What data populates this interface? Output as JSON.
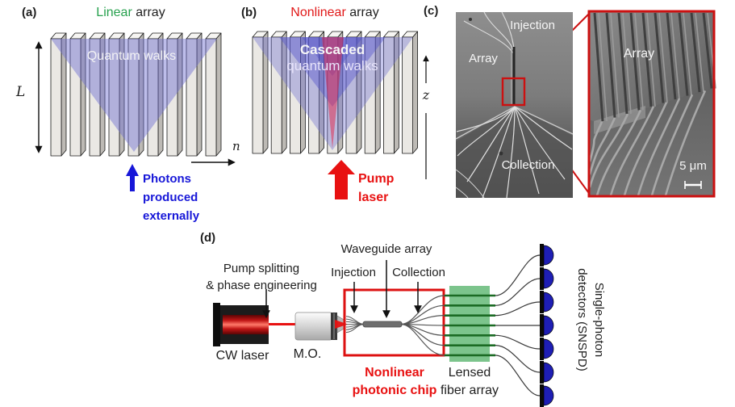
{
  "figure": {
    "panel_a": {
      "tag": "(a)",
      "title_highlight": "Linear",
      "title_rest": "array",
      "overlay_label": "Quantum walks",
      "length_axis": "L",
      "site_axis": "n",
      "arrow_note_lines": [
        "Photons",
        "produced",
        "externally"
      ],
      "waveguide_count": 9
    },
    "panel_b": {
      "tag": "(b)",
      "title_highlight": "Nonlinear",
      "title_rest": "array",
      "overlay_bold": "Cascaded",
      "overlay_rest": "quantum walks",
      "depth_axis": "z",
      "arrow_note_lines": [
        "Pump",
        "laser"
      ],
      "waveguide_count": 9
    },
    "panel_c": {
      "tag": "(c)",
      "injection": "Injection",
      "array": "Array",
      "collection": "Collection",
      "inset_array": "Array",
      "scale_bar": "5 μm"
    },
    "panel_d": {
      "tag": "(d)",
      "pump_label_lines": [
        "Pump splitting",
        "& phase engineering"
      ],
      "waveguide_array": "Waveguide array",
      "injection": "Injection",
      "collection": "Collection",
      "cw_laser": "CW laser",
      "objective": "M.O.",
      "chip_label_lines": [
        "Nonlinear",
        "photonic chip"
      ],
      "fiber_label_lines": [
        "Lensed",
        "fiber array"
      ],
      "detector_label_lines": [
        "Single-photon",
        "detectors (SNSPD)"
      ],
      "detector_count": 7,
      "fiber_count": 7
    },
    "colors": {
      "green_title": "#27a14e",
      "red_title": "#e11818",
      "blue_note": "#1717d8",
      "red_note": "#e81111",
      "chip_border": "#dd1111",
      "fiber_block": "#7cc48c",
      "fiber_line": "#1b6b24",
      "detector_blue": "#1e1eb4",
      "qw_blue": "rgba(108,108,208,0.45)"
    }
  }
}
